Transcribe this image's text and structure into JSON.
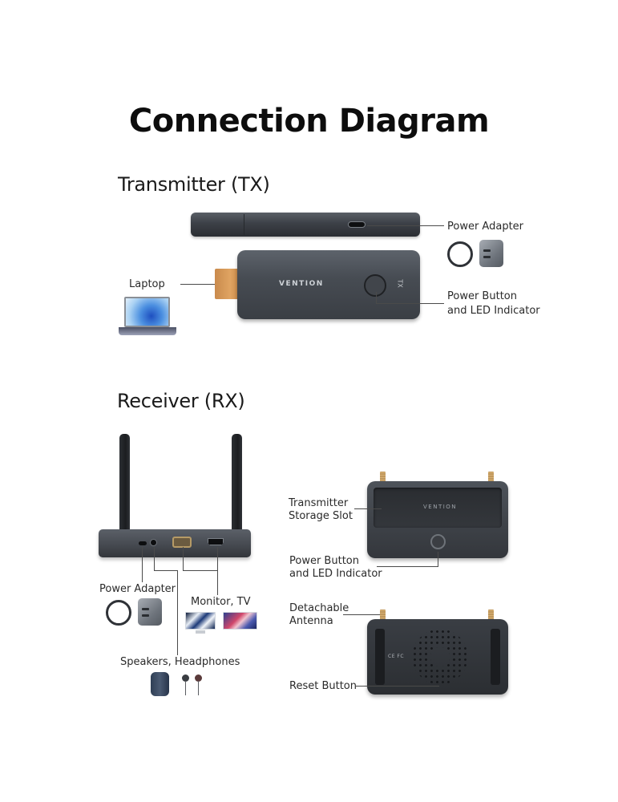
{
  "title": "Connection Diagram",
  "transmitter": {
    "heading": "Transmitter (TX)",
    "brand": "VENTION",
    "device_mark": "TX",
    "labels": {
      "power_adapter": "Power Adapter",
      "laptop": "Laptop",
      "power_button_line1": "Power Button",
      "power_button_line2": "and LED Indicator"
    }
  },
  "receiver": {
    "heading": "Receiver (RX)",
    "brand": "VENTION",
    "cert_marks": "CE FC",
    "labels": {
      "power_adapter": "Power Adapter",
      "monitor_tv": "Monitor, TV",
      "speakers_headphones": "Speakers, Headphones",
      "storage_slot_line1": "Transmitter",
      "storage_slot_line2": "Storage Slot",
      "power_button_line1": "Power Button",
      "power_button_line2": "and LED Indicator",
      "antenna_line1": "Detachable",
      "antenna_line2": "Antenna",
      "reset_button": "Reset Button"
    }
  },
  "colors": {
    "device_body": "#474c53",
    "hdmi_gold": "#e0a462",
    "leader_line": "#4a4a4a",
    "text": "#1a1a1a"
  }
}
